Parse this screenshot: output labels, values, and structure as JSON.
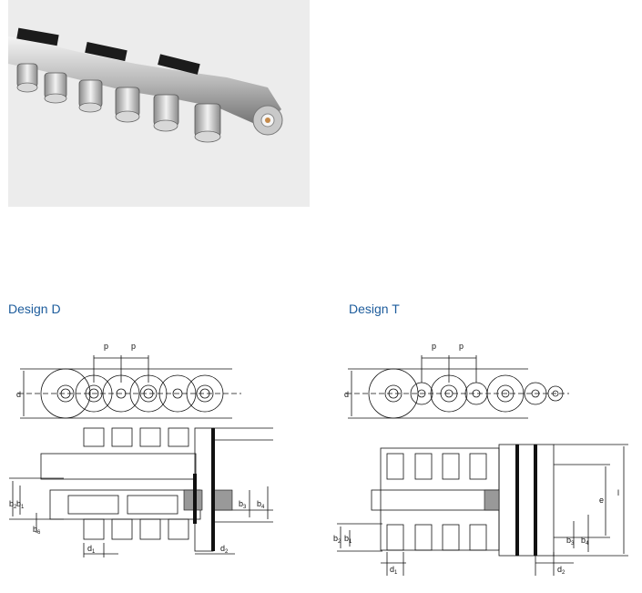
{
  "designs": [
    {
      "heading": "Design D",
      "labels": {
        "p1": "p",
        "p2": "p",
        "d": "d",
        "b2": "b",
        "b2_sub": "2",
        "b1": "b",
        "b1_sub": "1",
        "b6": "b",
        "b6_sub": "6",
        "b3": "b",
        "b3_sub": "3",
        "b4": "b",
        "b4_sub": "4",
        "d1": "d",
        "d1_sub": "1",
        "d2": "d",
        "d2_sub": "2"
      }
    },
    {
      "heading": "Design T",
      "labels": {
        "p1": "p",
        "p2": "p",
        "d": "d",
        "b2": "b",
        "b2_sub": "2",
        "b1": "b",
        "b1_sub": "1",
        "b3": "b",
        "b3_sub": "3",
        "b4": "b",
        "b4_sub": "4",
        "e": "e",
        "l": "l",
        "d1": "d",
        "d1_sub": "1",
        "d2": "d",
        "d2_sub": "2"
      }
    }
  ],
  "colors": {
    "heading": "#1d5c9c",
    "dimension": "#1d5c9c",
    "line": "#111111",
    "photo_bg": "#ececec"
  }
}
